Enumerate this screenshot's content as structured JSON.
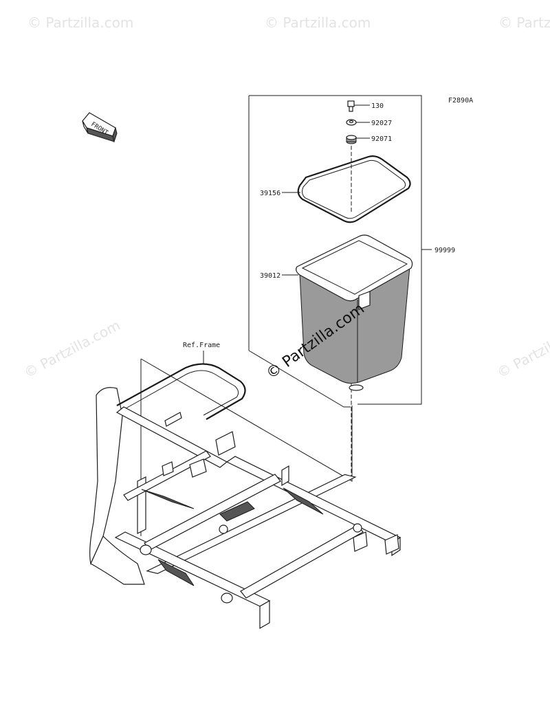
{
  "diagram_code": "F2890A",
  "reference_label": "Ref.Frame",
  "front_arrow_text": "FRONT",
  "parts": {
    "p130": "130",
    "p92027": "92027",
    "p92071": "92071",
    "p39156": "39156",
    "p39012": "39012",
    "p99999": "99999"
  },
  "watermarks": {
    "corner": "© Partzilla.com",
    "center": "© Partzilla.com"
  },
  "colors": {
    "line": "#1a1a1a",
    "watermark": "#e3e3e3",
    "shade": "#9a9a9a"
  }
}
